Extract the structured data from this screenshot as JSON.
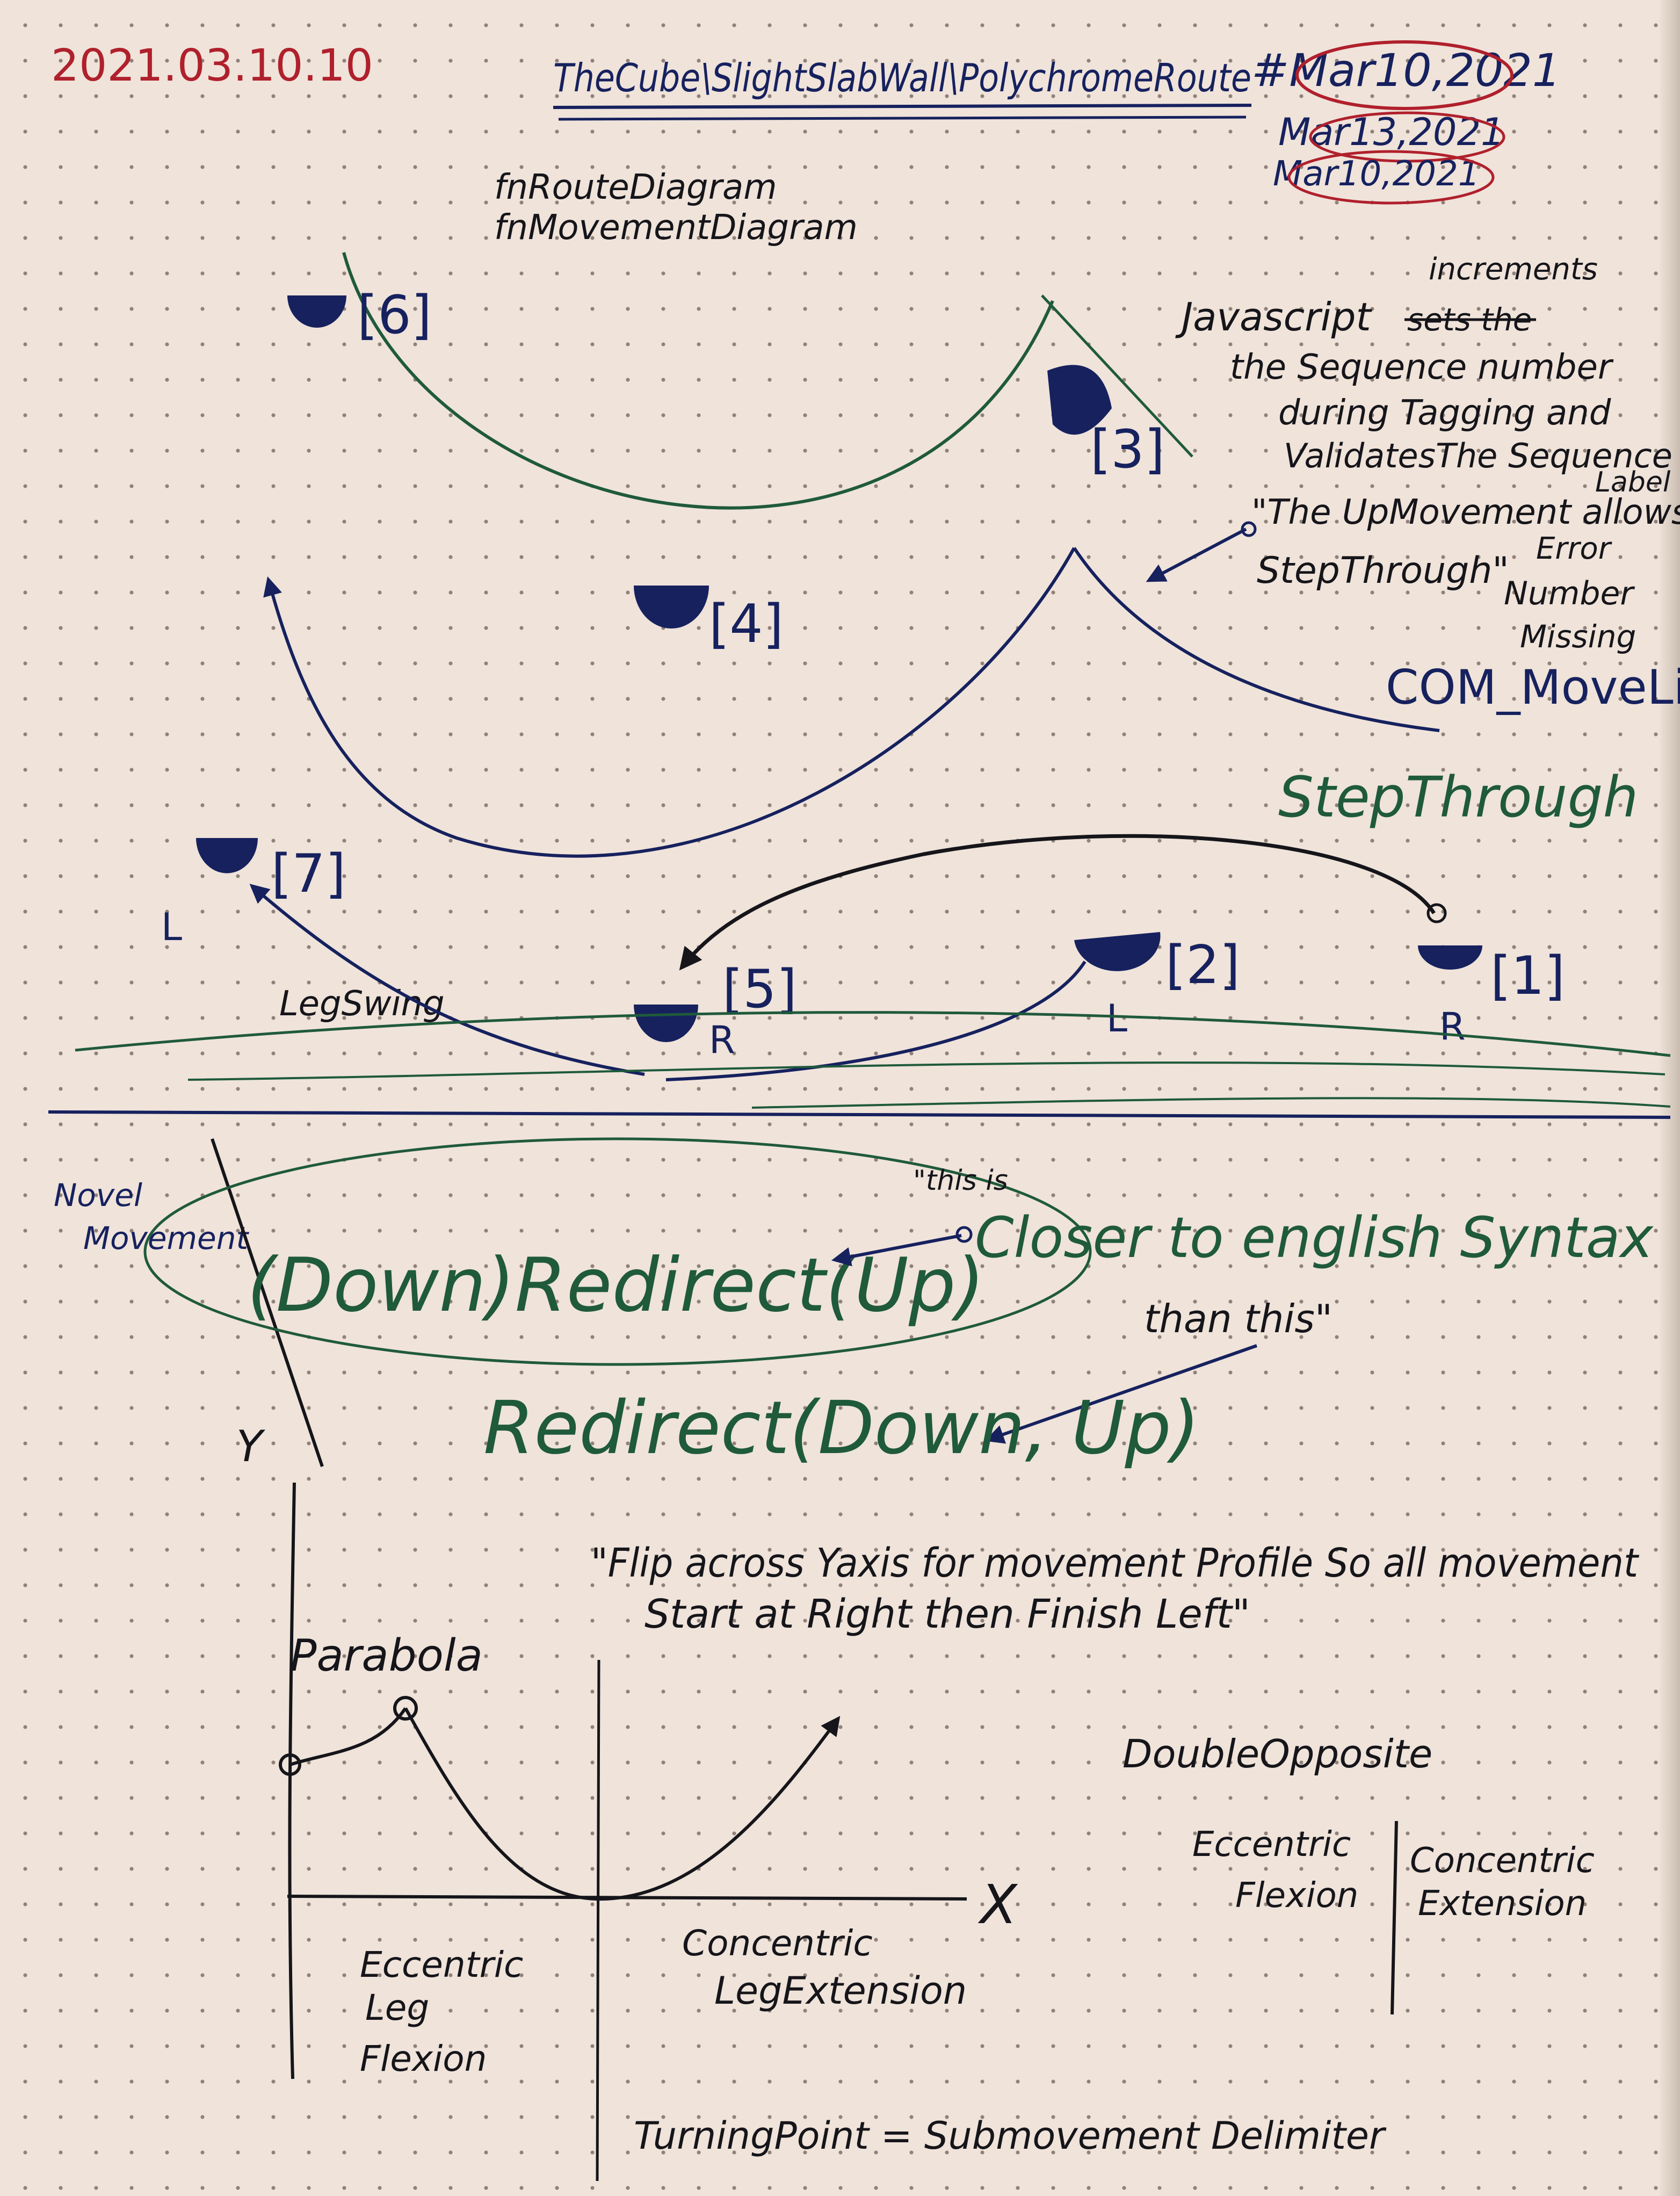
{
  "header": {
    "date_code": "2021.03.10.10",
    "title": "TheCube\\SlightSlabWall\\PolychromeRoute",
    "dates": [
      "#Mar10,2021",
      "Mar13,2021",
      "Mar10,2021"
    ]
  },
  "diagram_notes": {
    "route_diagram": "fnRouteDiagram",
    "movement_diagram": "fnMovementDiagram",
    "js_line1": "Javascript",
    "js_strike": "sets the",
    "js_insert": "increments",
    "js_line2": "the Sequence number",
    "js_line3": "during Tagging and",
    "js_line4": "ValidatesThe Sequence",
    "js_label": "Label",
    "quote_up": "\"The UpMovement allows",
    "quote_step": "StepThrough\"",
    "error_line1": "Error",
    "error_line2": "Number",
    "error_line3": "Missing",
    "com_moveline": "COM_MoveLine",
    "step_through": "StepThrough",
    "leg_swing": "LegSwing"
  },
  "holds": [
    {
      "label": "[6]"
    },
    {
      "label": "[3]"
    },
    {
      "label": "[4]"
    },
    {
      "label": "[7]",
      "side": "L"
    },
    {
      "label": "[5]",
      "side": "R"
    },
    {
      "label": "[2]",
      "side": "L"
    },
    {
      "label": "[1]",
      "side": "R"
    }
  ],
  "syntax": {
    "novel_line1": "Novel",
    "novel_line2": "Movement",
    "expr1": "(Down)Redirect(Up)",
    "expr2": "Redirect(Down, Up)",
    "this_label": "\"this is",
    "closer": "Closer to english Syntax",
    "than": "than this\""
  },
  "graph": {
    "y_label": "Y",
    "x_label": "X",
    "parabola": "Parabola",
    "flip_line1": "\"Flip across Yaxis for movement Profile So all movement",
    "flip_line2": "Start at Right then Finish Left\"",
    "eccentric": [
      "Eccentric",
      "Leg",
      "Flexion"
    ],
    "concentric": [
      "Concentric",
      "LegExtension"
    ],
    "turning": "TurningPoint = Submovement Delimiter"
  },
  "double_opposite": {
    "title": "DoubleOpposite",
    "left": [
      "Eccentric",
      "Flexion"
    ],
    "right": [
      "Concentric",
      "Extension"
    ]
  },
  "colors": {
    "paper": "#efe3da",
    "ink_blue": "#16215e",
    "ink_green": "#1f5a3b",
    "ink_red": "#b0202c",
    "ink_black": "#15151a"
  }
}
